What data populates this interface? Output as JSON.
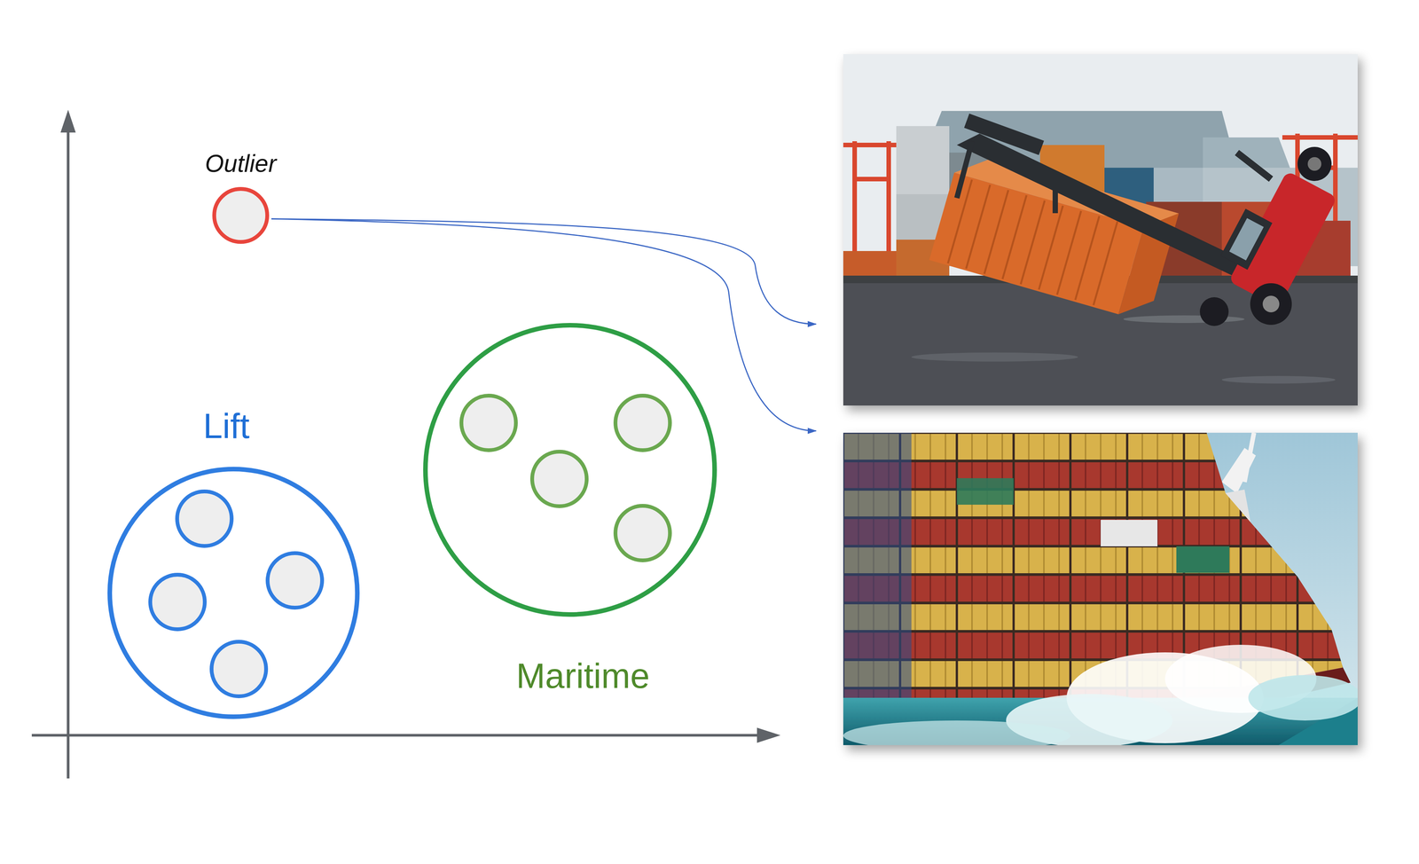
{
  "diagram": {
    "nodes": [
      {
        "text": [
          "Outlier"
        ]
      },
      {
        "text": [
          "Lift"
        ]
      },
      {
        "text": [
          "Maritime"
        ]
      }
    ]
  }
}
